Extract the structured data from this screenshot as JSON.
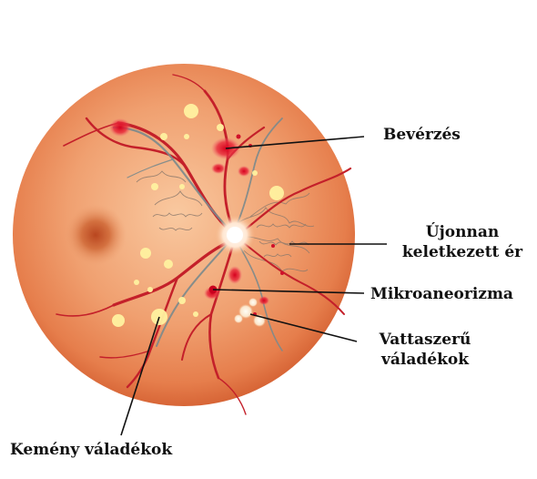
{
  "labels": {
    "hemorrhage": "Bevérzés",
    "new_vessel_line1": "Újonnan",
    "new_vessel_line2": "keletkezett ér",
    "microaneurysm": "Mikroaneorizma",
    "cotton_wool_line1": "Vattaszerű",
    "cotton_wool_line2": "váladékok",
    "hard_exudates": "Kemény váladékok"
  },
  "colors": {
    "retina_center": "#f6b98c",
    "retina_edge": "#e06a3a",
    "vessel": "#c4202a",
    "hemorrhage": "#e0102a",
    "exudate": "#fff2a0",
    "neovessel": "#9a7a68",
    "optic_disc": "#fff8f0",
    "macula": "#b84a22",
    "pointer": "#111111"
  }
}
